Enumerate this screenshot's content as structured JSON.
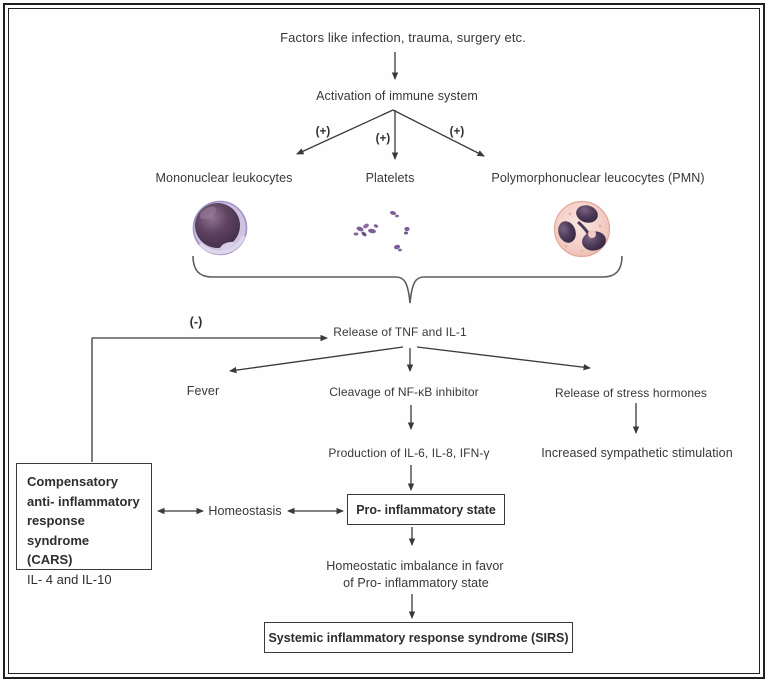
{
  "diagram": {
    "background": "#fefefe",
    "border_color": "#1f1f1f",
    "text_color": "#383838",
    "line_color": "#3a3a3a",
    "nodes": {
      "factors": "Factors like infection, trauma, surgery etc.",
      "activation": "Activation of immune system",
      "mononuclear": "Mononuclear leukocytes",
      "platelets": "Platelets",
      "pmn": "Polymorphonuclear leucocytes (PMN)",
      "release_tnf": "Release of TNF and IL-1",
      "fever": "Fever",
      "cleavage": "Cleavage of NF-κB inhibitor",
      "stress_hormones": "Release of stress hormones",
      "production": "Production of IL-6, IL-8, IFN-γ",
      "sympathetic": "Increased sympathetic stimulation",
      "homeostasis": "Homeostasis",
      "pro_inflammatory": "Pro- inflammatory state",
      "imbalance_line1": "Homeostatic imbalance in favor",
      "imbalance_line2": "of Pro- inflammatory state",
      "sirs": "Systemic inflammatory response syndrome (SIRS)"
    },
    "cars_box": {
      "line1": "Compensatory",
      "line2": "anti- inflammatory",
      "line3": "response syndrome",
      "line4": "(CARS)",
      "line5": "IL- 4 and IL-10"
    },
    "edge_labels": {
      "plus": "(+)",
      "minus": "(-)"
    },
    "icons": {
      "mononuclear_icon": "mononuclear-leukocyte-cell",
      "platelets_icon": "platelet-cluster",
      "pmn_icon": "polymorphonuclear-leucocyte-cell"
    },
    "cell_colors": {
      "mono_rim": "#c9bde0",
      "mono_nucleus": "#4a3550",
      "platelet": "#7d5e96",
      "pmn_cytoplasm": "#f3cec6",
      "pmn_nucleus": "#3e2f4a"
    }
  }
}
